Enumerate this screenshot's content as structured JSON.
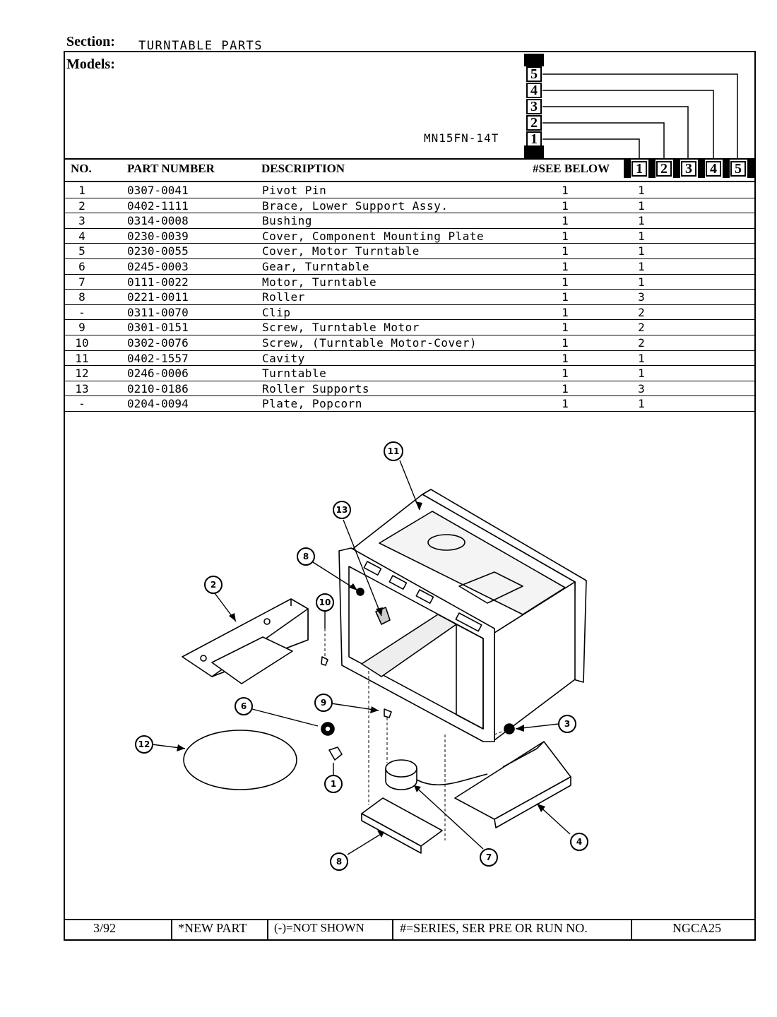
{
  "section": {
    "label": "Section:",
    "value": "TURNTABLE PARTS"
  },
  "models": {
    "label": "Models:",
    "model_name": "MN15FN-14T",
    "columns": [
      "1",
      "2",
      "3",
      "4",
      "5"
    ],
    "stacked": [
      "5",
      "4",
      "3",
      "2",
      "1"
    ]
  },
  "table": {
    "headers": {
      "no": "NO.",
      "part_number": "PART NUMBER",
      "description": "DESCRIPTION",
      "see_below": "#SEE BELOW"
    },
    "rows": [
      {
        "no": "1",
        "part_number": "0307-0041",
        "description": "Pivot Pin",
        "see_below": "1",
        "qty": "1"
      },
      {
        "no": "2",
        "part_number": "0402-1111",
        "description": "Brace, Lower Support Assy.",
        "see_below": "1",
        "qty": "1"
      },
      {
        "no": "3",
        "part_number": "0314-0008",
        "description": "Bushing",
        "see_below": "1",
        "qty": "1"
      },
      {
        "no": "4",
        "part_number": "0230-0039",
        "description": "Cover, Component Mounting Plate",
        "see_below": "1",
        "qty": "1"
      },
      {
        "no": "5",
        "part_number": "0230-0055",
        "description": "Cover, Motor Turntable",
        "see_below": "1",
        "qty": "1"
      },
      {
        "no": "6",
        "part_number": "0245-0003",
        "description": "Gear, Turntable",
        "see_below": "1",
        "qty": "1"
      },
      {
        "no": "7",
        "part_number": "0111-0022",
        "description": "Motor, Turntable",
        "see_below": "1",
        "qty": "1"
      },
      {
        "no": "8",
        "part_number": "0221-0011",
        "description": "Roller",
        "see_below": "1",
        "qty": "3"
      },
      {
        "no": "-",
        "part_number": "0311-0070",
        "description": "Clip",
        "see_below": "1",
        "qty": "2"
      },
      {
        "no": "9",
        "part_number": "0301-0151",
        "description": "Screw, Turntable Motor",
        "see_below": "1",
        "qty": "2"
      },
      {
        "no": "10",
        "part_number": "0302-0076",
        "description": "Screw, (Turntable Motor-Cover)",
        "see_below": "1",
        "qty": "2"
      },
      {
        "no": "11",
        "part_number": "0402-1557",
        "description": "Cavity",
        "see_below": "1",
        "qty": "1"
      },
      {
        "no": "12",
        "part_number": "0246-0006",
        "description": "Turntable",
        "see_below": "1",
        "qty": "1"
      },
      {
        "no": "13",
        "part_number": "0210-0186",
        "description": "Roller Supports",
        "see_below": "1",
        "qty": "3"
      },
      {
        "no": "-",
        "part_number": "0204-0094",
        "description": "Plate, Popcorn",
        "see_below": "1",
        "qty": "1"
      }
    ]
  },
  "diagram": {
    "callouts": [
      "11",
      "13",
      "8",
      "2",
      "10",
      "9",
      "6",
      "12",
      "1",
      "3",
      "4",
      "7",
      "8"
    ]
  },
  "footer": {
    "date": "3/92",
    "new_part": "*NEW PART",
    "not_shown": "(-)=NOT SHOWN",
    "series": "#=SERIES, SER PRE OR RUN NO.",
    "code": "NGCA25"
  }
}
